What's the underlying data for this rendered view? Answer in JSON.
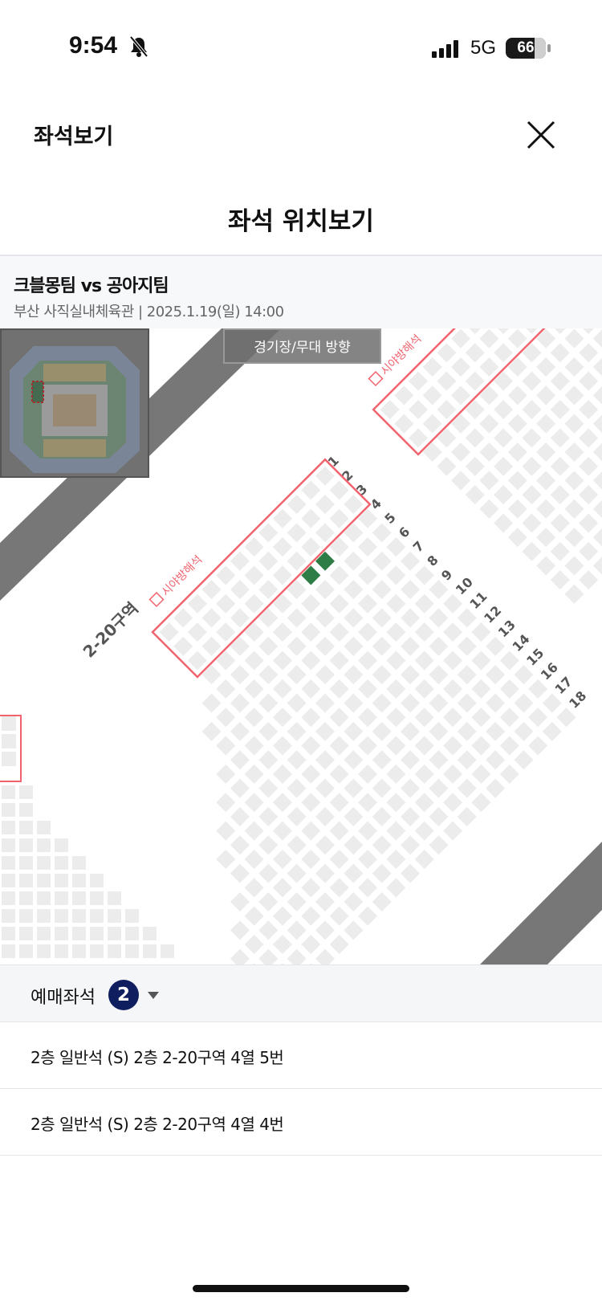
{
  "status_bar": {
    "time": "9:54",
    "network": "5G",
    "battery": "66",
    "icons": [
      "bell-slash-icon",
      "signal-icon",
      "battery-icon"
    ]
  },
  "header": {
    "title": "좌석보기",
    "close_icon": "close-icon"
  },
  "page_title": "좌석 위치보기",
  "event": {
    "title": "크블몽팀 vs 공아지팀",
    "venue_datetime": "부산 사직실내체육관 | 2025.1.19(일) 14:00"
  },
  "map": {
    "stage_direction_label": "경기장/무대 방향",
    "section_label": "2-20구역",
    "obstructed_label": "시야방해석",
    "row_labels": [
      "1",
      "2",
      "3",
      "4",
      "5",
      "6",
      "7",
      "8",
      "9",
      "10",
      "11",
      "12",
      "13",
      "14",
      "15",
      "16",
      "17",
      "18"
    ],
    "selected_seats": [
      {
        "row": 4,
        "seat": 5
      },
      {
        "row": 4,
        "seat": 4
      }
    ],
    "colors": {
      "seat": "#ececec",
      "selected": "#2e7d46",
      "obstructed": "#f0646e",
      "band": "#777777"
    }
  },
  "booked": {
    "label": "예매좌석",
    "count": "2",
    "seats": [
      "2층 일반석 (S) 2층 2-20구역 4열 5번",
      "2층 일반석 (S) 2층 2-20구역 4열 4번"
    ]
  }
}
